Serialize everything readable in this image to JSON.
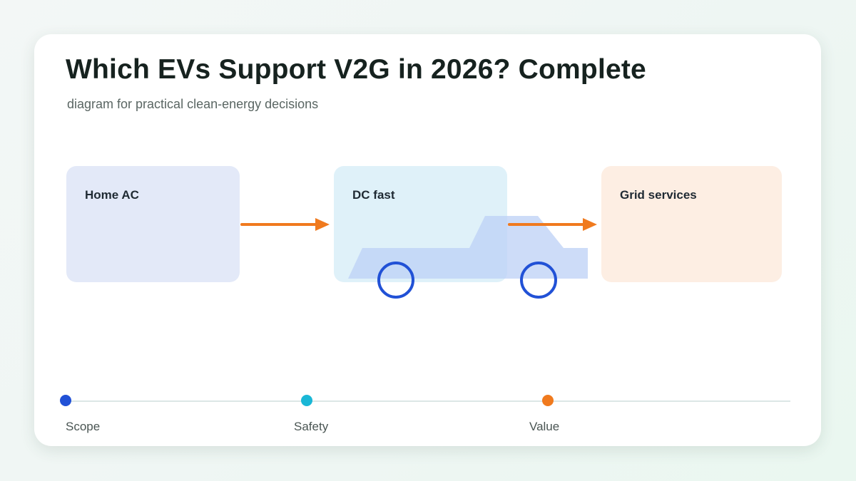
{
  "header": {
    "title": "Which EVs Support V2G in 2026? Complete",
    "subtitle": "diagram for practical clean-energy decisions"
  },
  "nodes": [
    {
      "label": "Home AC",
      "fill": "#e3e9f8"
    },
    {
      "label": "DC fast",
      "fill": "#dff1f9"
    },
    {
      "label": "Grid services",
      "fill": "#fdeee3"
    }
  ],
  "timeline": [
    {
      "label": "Scope",
      "color": "#2151d6"
    },
    {
      "label": "Safety",
      "color": "#1ab7d6"
    },
    {
      "label": "Value",
      "color": "#f07a1e"
    }
  ],
  "colors": {
    "arrow": "#f07a1e",
    "vehicle_body": "#bcd0f5",
    "vehicle_wheel": "#2151d6",
    "timeline_line": "#dce7e6"
  },
  "icons": [
    "ev-car-icon",
    "arrow-right-icon"
  ]
}
